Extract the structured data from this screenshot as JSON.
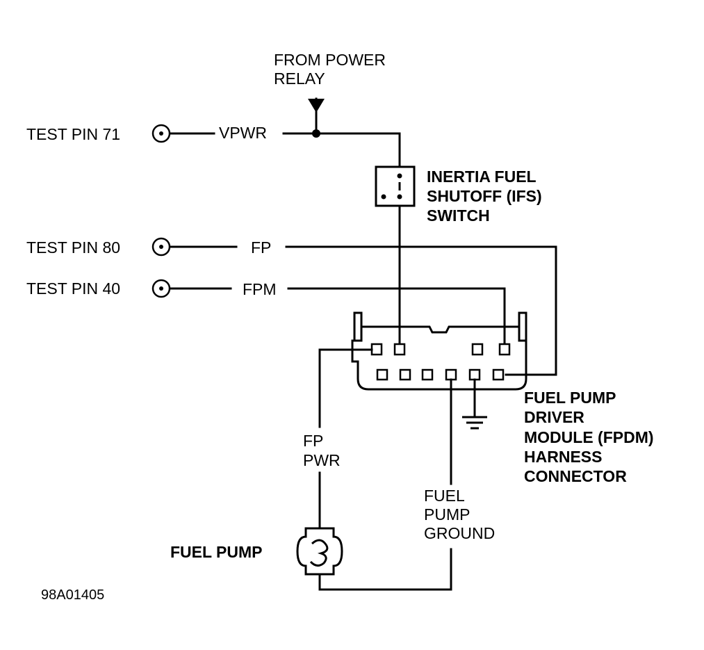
{
  "power_source": {
    "line1": "FROM POWER",
    "line2": "RELAY"
  },
  "test_pins": [
    {
      "label": "TEST PIN 71",
      "signal": "VPWR"
    },
    {
      "label": "TEST PIN 80",
      "signal": "FP"
    },
    {
      "label": "TEST PIN 40",
      "signal": "FPM"
    }
  ],
  "ifs_switch": {
    "line1": "INERTIA FUEL",
    "line2": "SHUTOFF (IFS)",
    "line3": "SWITCH"
  },
  "fpdm_connector": {
    "line1": "FUEL PUMP",
    "line2": "DRIVER",
    "line3": "MODULE (FPDM)",
    "line4": "HARNESS",
    "line5": "CONNECTOR"
  },
  "fp_pwr": {
    "line1": "FP",
    "line2": "PWR"
  },
  "pump_ground": {
    "line1": "FUEL",
    "line2": "PUMP",
    "line3": "GROUND"
  },
  "fuel_pump": {
    "label": "FUEL PUMP"
  },
  "figure_id": "98A01405"
}
